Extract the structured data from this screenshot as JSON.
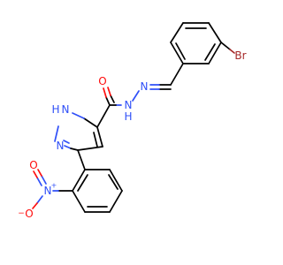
{
  "molecule": {
    "atom_labels": {
      "O_carbonyl": "O",
      "NH_amide": "N",
      "H_amide": "H",
      "N_imine": "N",
      "NH_pyrazole": "N",
      "H_pyrazole": "H",
      "N_pyrazole": "N",
      "Br": "Br",
      "N_nitro": "N",
      "N_nitro_charge": "+",
      "O_nitro_single": "O",
      "O_nitro_single_charge": "−",
      "O_nitro_double": "O"
    },
    "colors": {
      "carbon_bond": "#000000",
      "nitrogen": "#3050f8",
      "oxygen": "#ff0d0d",
      "bromine": "#a62929"
    }
  }
}
